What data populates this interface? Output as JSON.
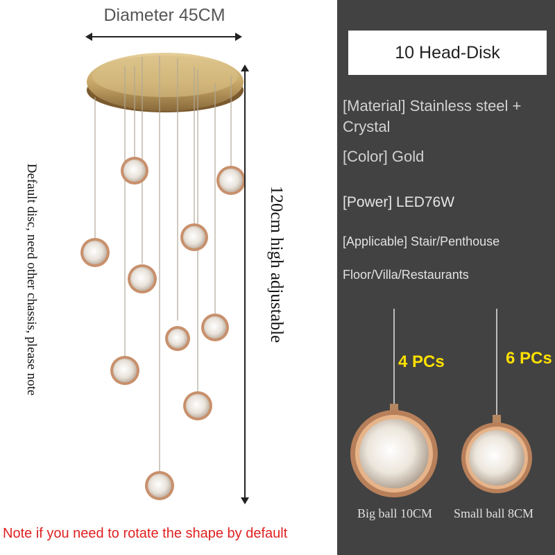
{
  "left": {
    "diameter_label": "Diameter 45CM",
    "height_label": "120cm high adjustable",
    "note_vertical": "Default disc, need other chassis, please note",
    "note_bottom": "Note if you need to rotate the shape by default"
  },
  "right": {
    "title": "10 Head-Disk",
    "material": "[Material] Stainless steel + Crystal",
    "color": "[Color] Gold",
    "power": "[Power] LED76W",
    "applicable_line1": "[Applicable] Stair/Penthouse",
    "applicable_line2": "Floor/Villa/Restaurants",
    "big_pcs": "4 PCs",
    "small_pcs": "6 PCs",
    "big_ball_label": "Big ball 10CM",
    "small_ball_label": "Small ball 8CM"
  },
  "colors": {
    "gold": "#c9a96a",
    "rose_gold": "#c8906c",
    "panel_dark": "#424242",
    "pcs_yellow": "#ffe000",
    "note_red": "#e02020"
  }
}
